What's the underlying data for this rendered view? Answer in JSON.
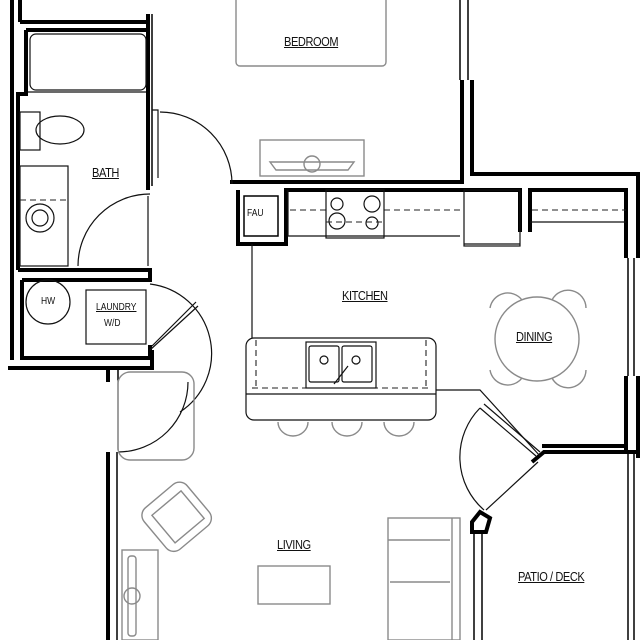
{
  "floorplan": {
    "rooms": {
      "bedroom": "BEDROOM",
      "bath": "BATH",
      "kitchen": "KITCHEN",
      "dining": "DINING",
      "living": "LIVING",
      "patio": "PATIO / DECK",
      "laundry": "LAUNDRY",
      "laundry_sub": "W/D"
    },
    "fixtures": {
      "water_heater": "HW",
      "furnace": "FAU"
    }
  }
}
